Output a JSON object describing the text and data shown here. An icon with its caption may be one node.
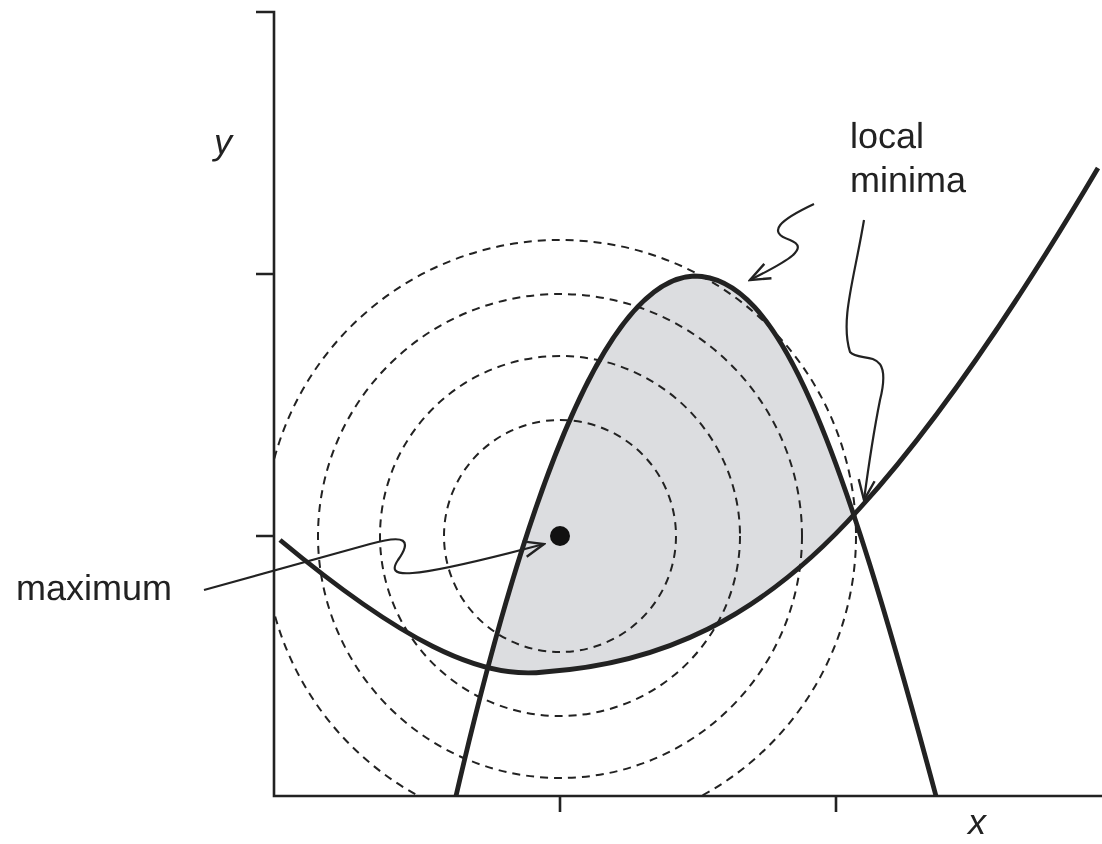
{
  "diagram": {
    "nodes": [
      {
        "text": [
          "maximum"
        ]
      },
      {
        "text": [],
        "shape": "circle"
      },
      {
        "text": [
          "local minima"
        ]
      }
    ],
    "edges": [
      {
        "from": 0,
        "to": 1,
        "arrow": "to"
      },
      {
        "from": 2,
        "to": null,
        "arrow": "to"
      },
      {
        "from": 2,
        "to": null,
        "arrow": "to"
      }
    ],
    "labels": [
      "y",
      "x"
    ]
  }
}
